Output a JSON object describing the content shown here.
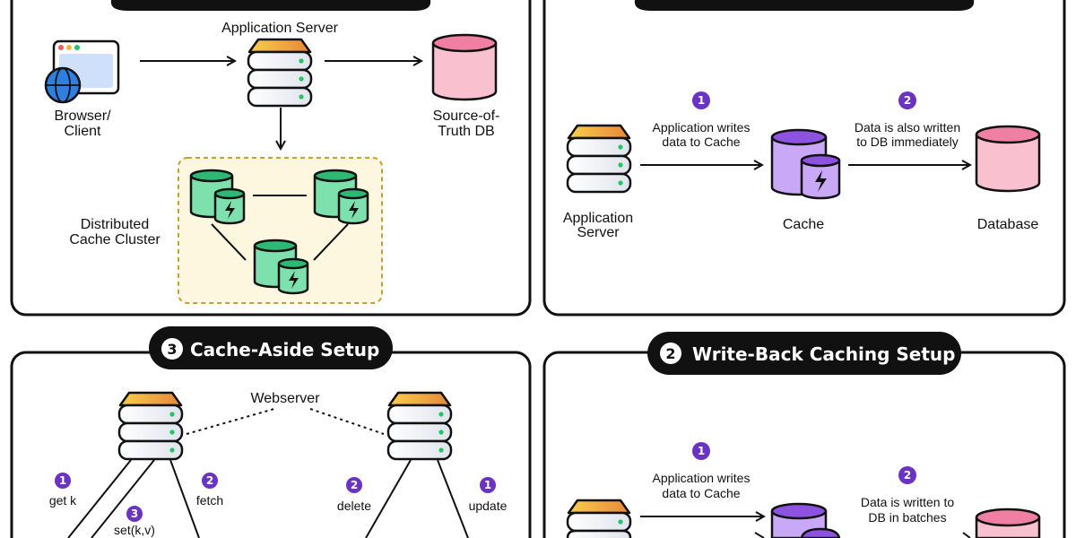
{
  "panels": {
    "p1": {
      "browser_label": [
        "Browser/",
        "Client"
      ],
      "server_label": "Application Server",
      "db_label": [
        "Source-of-",
        "Truth DB"
      ],
      "cluster_label": [
        "Distributed",
        "Cache Cluster"
      ]
    },
    "p2": {
      "server_label": [
        "Application",
        "Server"
      ],
      "step1": {
        "num": "1",
        "text": [
          "Application writes",
          "data to Cache"
        ]
      },
      "step2": {
        "num": "2",
        "text": [
          "Data is also written",
          "to DB immediately"
        ]
      },
      "cache_label": "Cache",
      "db_label": "Database"
    },
    "p3": {
      "title_num": "3",
      "title": "Cache-Aside Setup",
      "webserver_label": "Webserver",
      "left_steps": [
        {
          "num": "1",
          "text": "get k"
        },
        {
          "num": "2",
          "text": "fetch"
        },
        {
          "num": "3",
          "text": "set(k,v)"
        }
      ],
      "right_steps": [
        {
          "num": "2",
          "text": "delete"
        },
        {
          "num": "1",
          "text": "update"
        }
      ]
    },
    "p4": {
      "title_num": "2",
      "title": "Write-Back Caching Setup",
      "step1": {
        "num": "1",
        "text": [
          "Application writes",
          "data to Cache"
        ]
      },
      "step2": {
        "num": "2",
        "text": [
          "Data is written to",
          "DB in batches"
        ]
      }
    }
  },
  "colors": {
    "badge": "#6b33c2",
    "cache_purple": "#b48cf2",
    "cache_green": "#5fd39a",
    "db_pink": "#f9b6c8",
    "server_top": "#f2b33d",
    "status_led": "#22c55e",
    "cluster_bg": "#fdf7df"
  }
}
